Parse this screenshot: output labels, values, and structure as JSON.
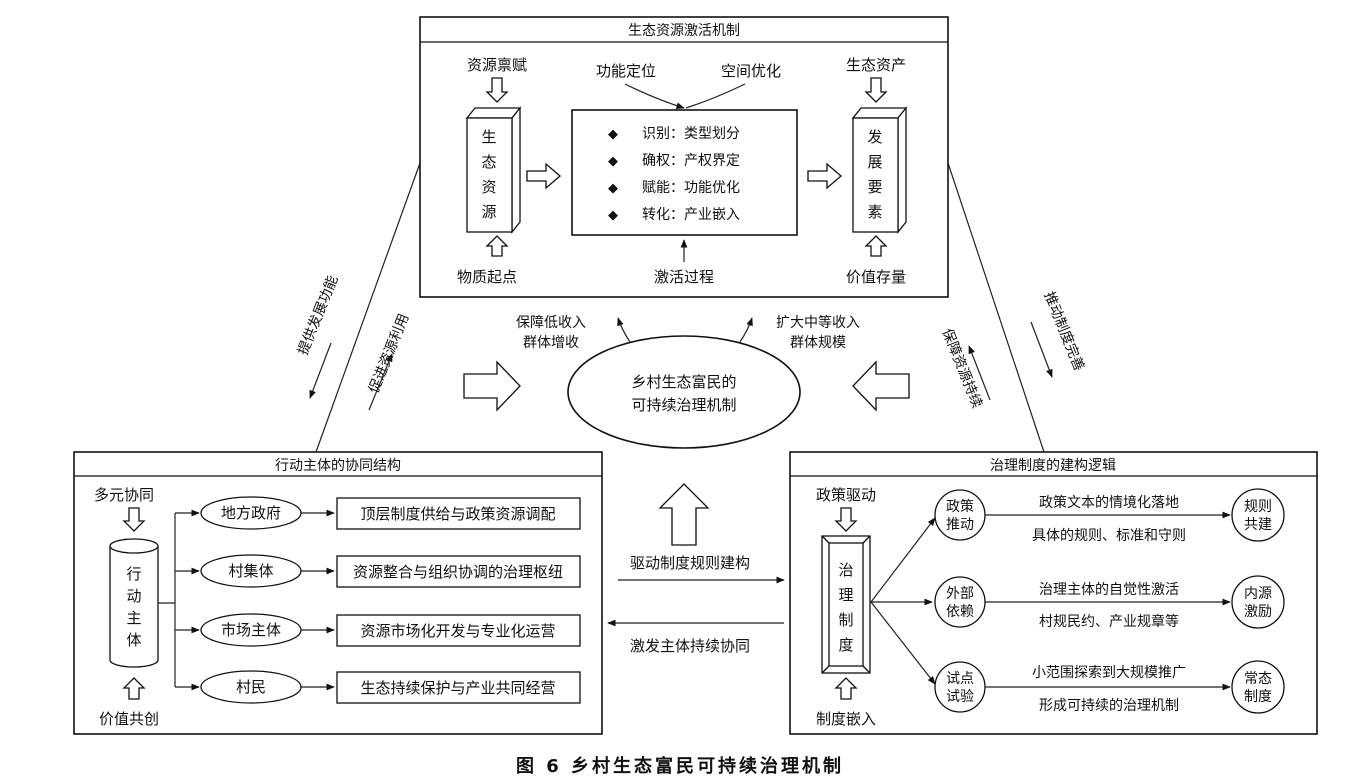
{
  "caption": "图 6   乡村生态富民可持续治理机制",
  "center": {
    "line1": "乡村生态富民的",
    "line2": "可持续治理机制"
  },
  "top": {
    "title": "生态资源激活机制",
    "resource_endowment": "资源禀赋",
    "material_start": "物质起点",
    "eco_resource": [
      "生",
      "态",
      "资",
      "源"
    ],
    "function_position": "功能定位",
    "space_optimize": "空间优化",
    "process_items": [
      "识别：类型划分",
      "确权：产权界定",
      "赋能：功能优化",
      "转化：产业嵌入"
    ],
    "activation_process": "激活过程",
    "eco_asset": "生态资产",
    "value_stock": "价值存量",
    "dev_factor": [
      "发",
      "展",
      "要",
      "素"
    ]
  },
  "outcomes": {
    "left": [
      "保障低收入",
      "群体增收"
    ],
    "right": [
      "扩大中等收入",
      "群体规模"
    ]
  },
  "side": {
    "left_outer": "提供发展功能",
    "left_inner": "促进资源利用",
    "right_outer": "推动制度完善",
    "right_inner": "保障资源持续"
  },
  "left_box": {
    "title": "行动主体的协同结构",
    "top_label": "多元协同",
    "bottom_label": "价值共创",
    "cylinder": [
      "行",
      "动",
      "主",
      "体"
    ],
    "actors": [
      {
        "name": "地方政府",
        "role": "顶层制度供给与政策资源调配"
      },
      {
        "name": "村集体",
        "role": "资源整合与组织协调的治理枢纽"
      },
      {
        "name": "市场主体",
        "role": "资源市场化开发与专业化运营"
      },
      {
        "name": "村民",
        "role": "生态持续保护与产业共同经营"
      }
    ]
  },
  "middle_arrows": {
    "right": "驱动制度规则建构",
    "left": "激发主体持续协同"
  },
  "right_box": {
    "title": "治理制度的建构逻辑",
    "top_label": "政策驱动",
    "bottom_label": "制度嵌入",
    "pillar": [
      "治",
      "理",
      "制",
      "度"
    ],
    "rows": [
      {
        "mode": [
          "政策",
          "推动"
        ],
        "upper": "政策文本的情境化落地",
        "lower": "具体的规则、标准和守则",
        "result": [
          "规则",
          "共建"
        ]
      },
      {
        "mode": [
          "外部",
          "依赖"
        ],
        "upper": "治理主体的自觉性激活",
        "lower": "村规民约、产业规章等",
        "result": [
          "内源",
          "激励"
        ]
      },
      {
        "mode": [
          "试点",
          "试验"
        ],
        "upper": "小范围探索到大规模推广",
        "lower": "形成可持续的治理机制",
        "result": [
          "常态",
          "制度"
        ]
      }
    ]
  }
}
